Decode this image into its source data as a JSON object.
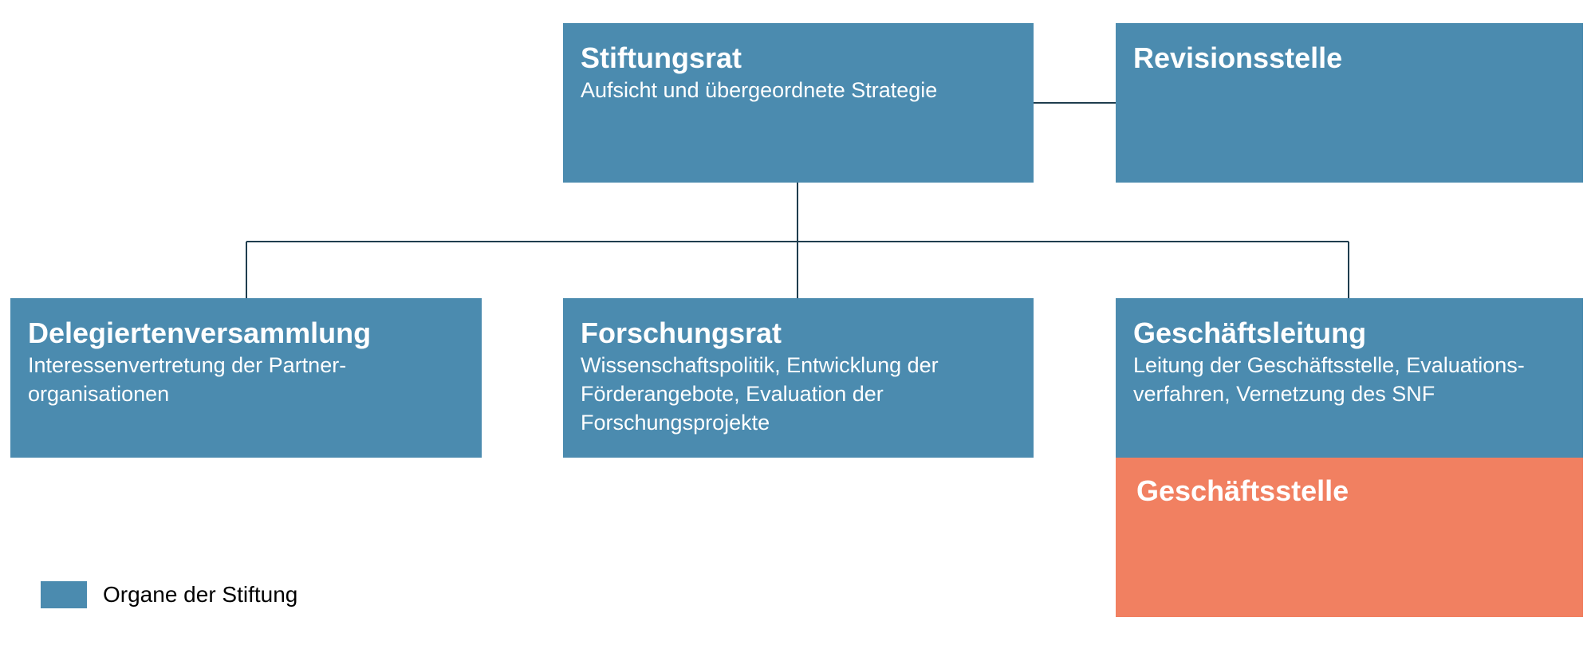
{
  "colors": {
    "organ": "#4b8baf",
    "office": "#f18061",
    "line": "#1f3d4e"
  },
  "nodes": {
    "stiftungsrat": {
      "title": "Stiftungsrat",
      "desc": "Aufsicht und übergeordnete Strategie"
    },
    "revisionsstelle": {
      "title": "Revisionsstelle",
      "desc": ""
    },
    "delegiertenversammlung": {
      "title": "Delegiertenversammlung",
      "desc": "Interessenvertretung der Partner-\norganisationen"
    },
    "forschungsrat": {
      "title": "Forschungsrat",
      "desc": "Wissenschaftspolitik, Entwicklung der\nFörderangebote, Evaluation der\nForschungsprojekte"
    },
    "geschaeftsleitung": {
      "title": "Geschäftsleitung",
      "desc": "Leitung der Geschäftsstelle, Evaluations-\nverfahren, Vernetzung des SNF"
    },
    "geschaeftsstelle": {
      "title": "Geschäftsstelle"
    }
  },
  "legend": {
    "organ_label": "Organe der Stiftung"
  }
}
